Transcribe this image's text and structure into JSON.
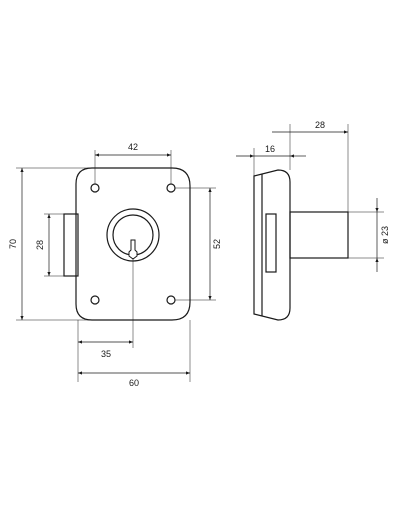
{
  "front_view": {
    "dims": {
      "hole_spacing_horizontal": "42",
      "overall_height": "70",
      "bolt_height": "28",
      "hole_spacing_vertical": "52",
      "key_offset": "35",
      "overall_width": "60"
    }
  },
  "side_view": {
    "dims": {
      "cylinder_projection": "28",
      "case_depth": "16",
      "cylinder_diameter": "ø 23"
    }
  },
  "colors": {
    "line": "#1a1a1a",
    "background": "#ffffff"
  }
}
